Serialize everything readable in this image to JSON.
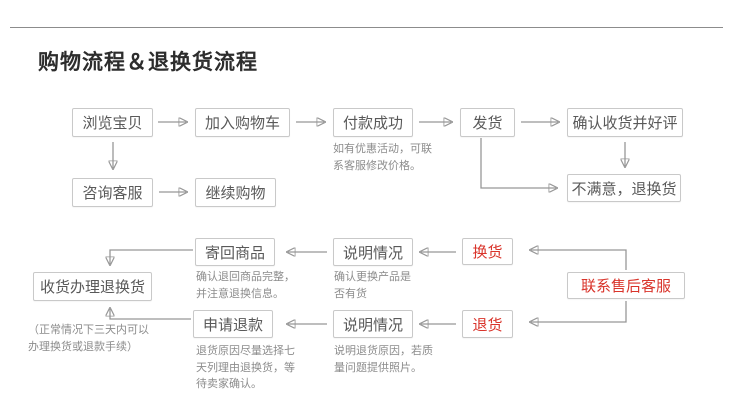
{
  "title": "购物流程＆退换货流程",
  "colors": {
    "accent_red": "#d9342b",
    "box_border": "#c9c9c9",
    "box_text": "#595959",
    "note_text": "#8c8c8c",
    "arrow": "#979797",
    "divider": "#8c8c8c"
  },
  "nodes": {
    "browse": "浏览宝贝",
    "add_cart": "加入购物车",
    "pay_success": "付款成功",
    "ship": "发货",
    "confirm_receipt": "确认收货并好评",
    "consult_service": "咨询客服",
    "continue_shopping": "继续购物",
    "unsatisfied": "不满意，退换货",
    "send_back": "寄回商品",
    "receive_handle": "收货办理退换货",
    "apply_refund": "申请退款",
    "explain_exchange": "说明情况",
    "exchange": "换货",
    "explain_return": "说明情况",
    "return_goods": "退货",
    "contact_after_sales": "联系售后客服"
  },
  "notes": {
    "pay": "如有优惠活动，可联\n系客服修改价格。",
    "send_back": "确认退回商品完整，\n并注意退换信息。",
    "explain_exchange": "确认更换产品是\n否有货",
    "apply_refund": "退货原因尽量选择七\n天列理由退换货，等\n待卖家确认。",
    "explain_return": "说明退货原因，若质\n量问题提供照片。",
    "three_days": "（正常情况下三天内可以\n办理换货或退款手续）"
  }
}
